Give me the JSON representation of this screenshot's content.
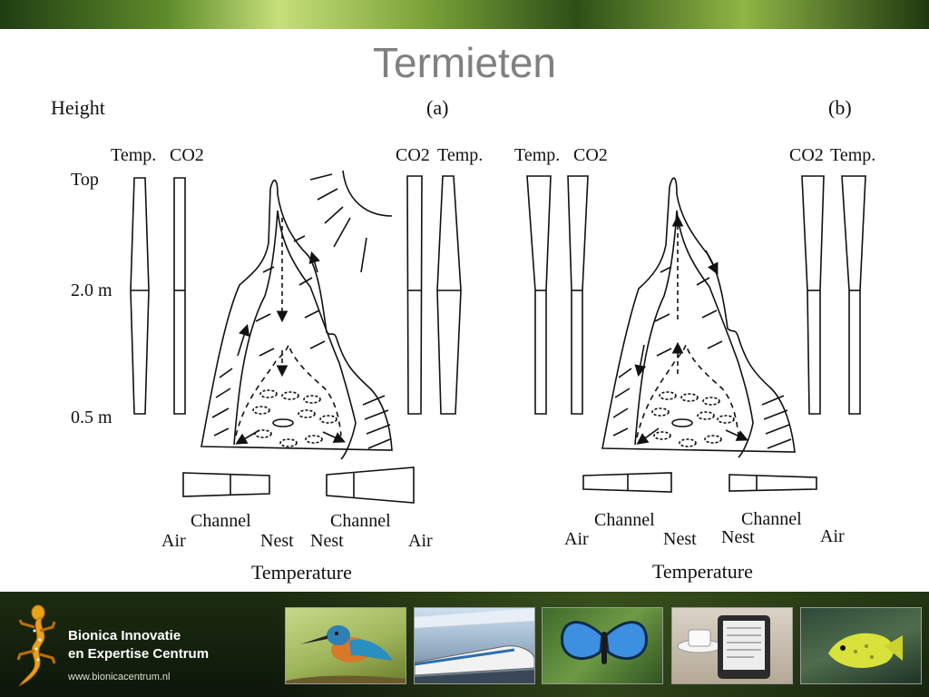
{
  "slide": {
    "title": "Termieten"
  },
  "panel_a": {
    "tag": "(a)",
    "height_label": "Height",
    "left_temp": "Temp.",
    "left_co2": "CO2",
    "right_co2": "CO2",
    "right_temp": "Temp.",
    "level_top": "Top",
    "level_2m": "2.0 m",
    "level_05m": "0.5 m",
    "air_left": "Air",
    "channel_left": "Channel",
    "nest_left": "Nest",
    "nest_right": "Nest",
    "channel_right": "Channel",
    "air_right": "Air",
    "temperature": "Temperature"
  },
  "panel_b": {
    "tag": "(b)",
    "left_temp": "Temp.",
    "left_co2": "CO2",
    "right_co2": "CO2",
    "right_temp": "Temp.",
    "air_left": "Air",
    "channel_left": "Channel",
    "nest_left": "Nest",
    "nest_right": "Nest",
    "channel_right": "Channel",
    "air_right": "Air",
    "temperature": "Temperature"
  },
  "footer": {
    "org_line1": "Bionica Innovatie",
    "org_line2": "en Expertise Centrum",
    "url": "www.bionicacentrum.nl",
    "logo_icon": "gecko-icon",
    "thumbnails": [
      "kingfisher-photo",
      "high-speed-train-photo",
      "blue-butterfly-photo",
      "e-reader-and-coffee-photo",
      "boxfish-photo"
    ]
  },
  "colors": {
    "title": "#808080",
    "ink": "#111111",
    "footer_bg": "#15220c",
    "footer_text": "#ffffff"
  }
}
